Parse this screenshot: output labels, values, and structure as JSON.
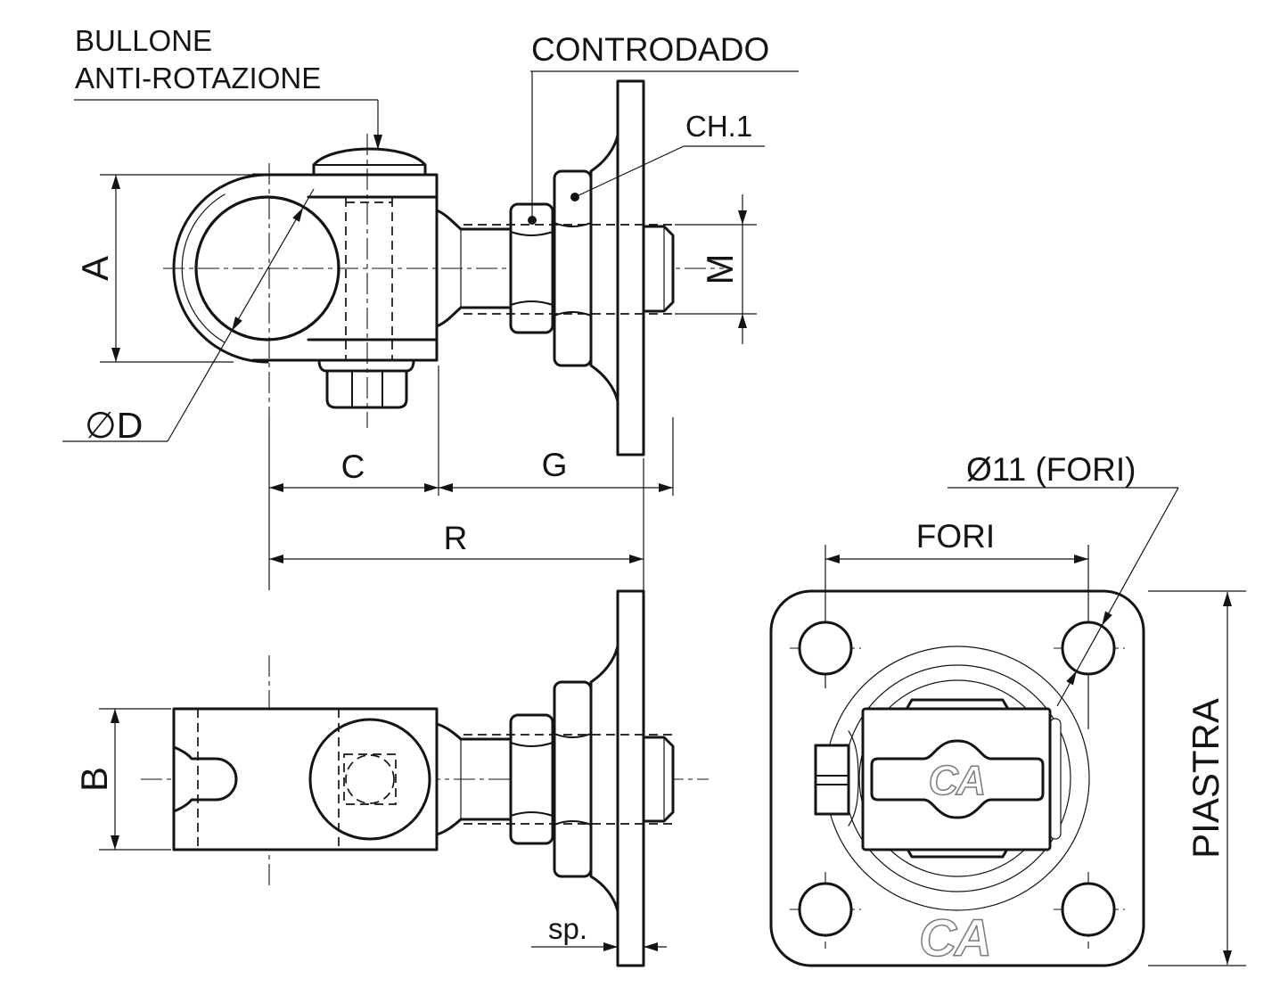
{
  "drawing": {
    "background": "#ffffff",
    "line_color": "#141414",
    "logo_color": "#7a7a7a",
    "callouts": {
      "anti_rotation_bolt_line1": "BULLONE",
      "anti_rotation_bolt_line2": "ANTI-ROTAZIONE",
      "locknut": "CONTRODADO",
      "chamfer": "CH.1"
    },
    "dimensions": {
      "a": "A",
      "m": "M",
      "diameter_d": "∅D",
      "c": "C",
      "g": "G",
      "r": "R",
      "b": "B",
      "plate_thickness": "sp.",
      "hole_diameter": "Ø11 (FORI)",
      "hole_spacing": "FORI",
      "plate_size": "PIASTRA"
    },
    "logos": {
      "knuckle": "CA",
      "plate": "CA"
    }
  }
}
